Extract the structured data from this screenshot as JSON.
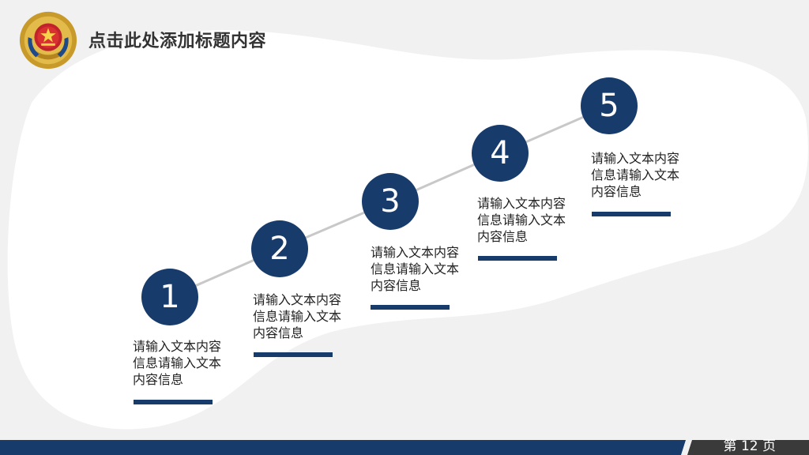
{
  "slide": {
    "title": "点击此处添加标题内容",
    "page_label": "第 12 页"
  },
  "colors": {
    "navy": "#173b6b",
    "connector": "#c8c8c8",
    "background": "#f1f1f1",
    "paper": "#ffffff",
    "footer_dark": "#3a3a3a"
  },
  "steps": [
    {
      "number": "1",
      "text": "请输入文本内容信息请输入文本内容信息"
    },
    {
      "number": "2",
      "text": "请输入文本内容信息请输入文本内容信息"
    },
    {
      "number": "3",
      "text": "请输入文本内容信息请输入文本内容信息"
    },
    {
      "number": "4",
      "text": "请输入文本内容信息请输入文本内容信息"
    },
    {
      "number": "5",
      "text": "请输入文本内容信息请输入文本内容信息"
    }
  ]
}
